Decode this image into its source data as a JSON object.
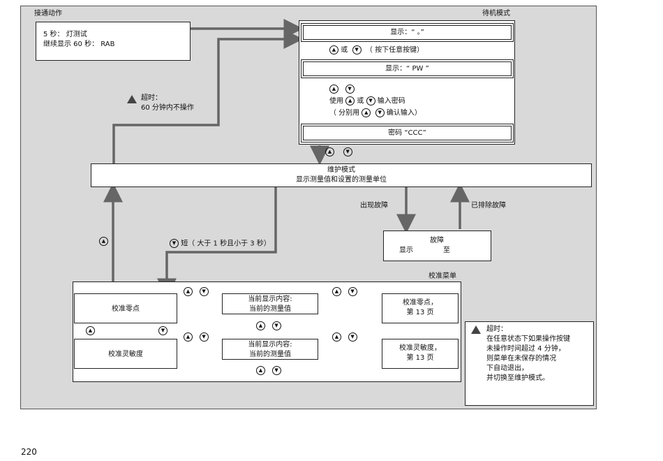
{
  "labels": {
    "power_on": "接通动作",
    "standby": "待机模式",
    "maintenance_title": "维护模式",
    "maintenance_sub": "显示测量值和设置的测量单位",
    "fault_occurs": "出现故障",
    "fault_cleared": "已排除故障",
    "cal_menu": "校准菜单"
  },
  "power_box": {
    "line1": "5 秒： 灯测试",
    "line2": "继续显示 60 秒： RAB"
  },
  "standby_boxes": {
    "display1": "显示：“ 。”",
    "or_text": "或",
    "press_any": "（ 按下任意按键）",
    "display2": "显示：“ PW ”",
    "use_text": "使用",
    "enter_pw": "输入密码",
    "split_text": "（ 分别用",
    "confirm_text": "确认输入）",
    "password": "密码 “CCC”"
  },
  "timeout1": {
    "title": "超时：",
    "text": "60 分钟内不操作"
  },
  "short_press": "短（ 大于 1 秒且小于 3 秒）",
  "fault_box": {
    "title": "故障",
    "line": "显示",
    "to": "至"
  },
  "cal": {
    "zero": "校准零点",
    "sens": "校准灵敏度",
    "current1": "当前显示内容:",
    "current2": "当前的测量值",
    "zero_ref1": "校准零点，",
    "zero_ref2": "第 13 页",
    "sens_ref1": "校准灵敏度，",
    "sens_ref2": "第 13 页"
  },
  "timeout2": {
    "title": "超时：",
    "l1": "在任意状态下如果操作按键",
    "l2": "未操作时间超过 4 分钟，",
    "l3": "则菜单在未保存的情况",
    "l4": "下自动退出，",
    "l5": "并切换至维护模式。"
  },
  "page_number": "220",
  "icons": {
    "up": "▲",
    "down": "▼"
  }
}
